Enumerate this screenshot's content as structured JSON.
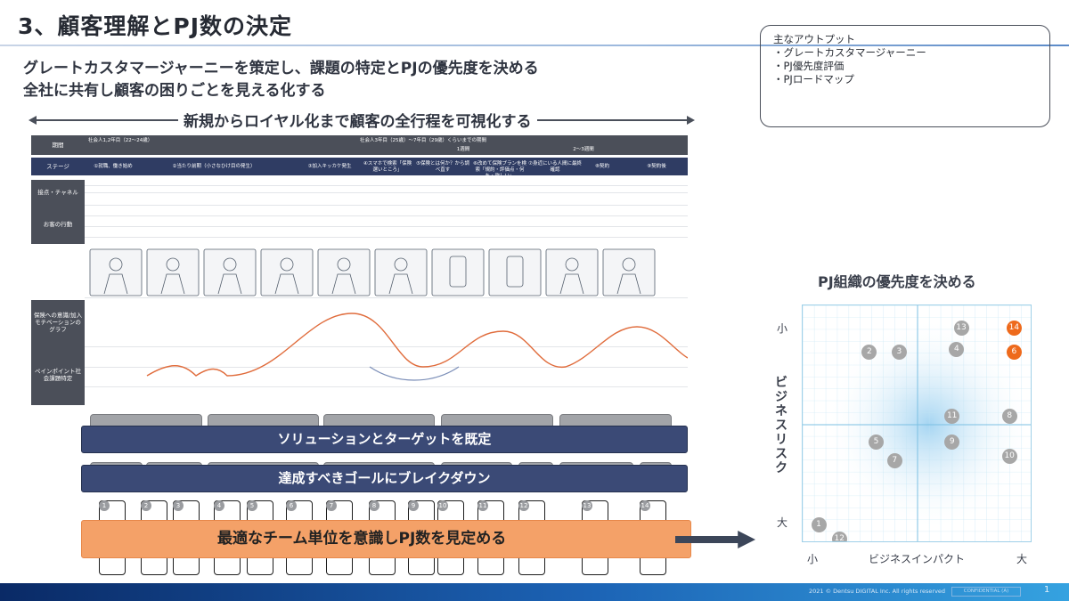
{
  "slide": {
    "title": "3、顧客理解とPJ数の決定",
    "subtitle_1": "グレートカスタマージャーニーを策定し、課題の特定とPJの優先度を決める",
    "subtitle_2": "全社に共有し顧客の困りごとを見える化する",
    "page_number": "1",
    "footer_copyright": "2021 © Dentsu DIGITAL Inc. All rights reserved",
    "footer_confidential": "CONFIDENTIAL (A)"
  },
  "outputs": {
    "heading": "主なアウトプット",
    "items": [
      "・グレートカスタマージャーニー",
      "・PJ優先度評価",
      "・PJロードマップ"
    ]
  },
  "journey": {
    "caption": "新規からロイヤル化まで顧客の全行程を可視化する",
    "row_labels": [
      "期間",
      "ステージ",
      "接点・チャネル",
      "お客の行動",
      "保険への意識/加入モチベーションのグラフ",
      "ペインポイント社会課題特定"
    ],
    "period_texts": [
      "社会人1,2年目（22～24歳）",
      "社会人3年目（25歳）～7年目（29歳）くらいまでの期間",
      "1週間",
      "2～3週間"
    ],
    "stages": [
      "①就職、働き始め",
      "②当たり前期（小さなひけ目の発生）",
      "③加入キッカケ発生",
      "④スマホで検索「保険 選いところ」",
      "⑤保険とは何か？から調べ直す",
      "⑥改めて保険プランを検索「規約・評価点・何を・欲しい」",
      "⑦身近にいる人間に最終確認",
      "⑧契約",
      "⑨契約後"
    ]
  },
  "bands": {
    "solution": "ソリューションとターゲットを既定",
    "goal": "達成すべきゴールにブレイクダウン",
    "pj": "最適なチーム単位を意識しPJ数を見定める"
  },
  "pj_ticks": [
    "1",
    "2",
    "3",
    "4",
    "5",
    "6",
    "7",
    "8",
    "9",
    "10",
    "11",
    "12",
    "13",
    "14"
  ],
  "matrix": {
    "title": "PJ組織の優先度を決める",
    "y_axis_label": "ビジネスリスク",
    "y_small": "小",
    "y_large": "大",
    "x_axis_label": "ビジネスインパクト",
    "x_small": "小",
    "x_large": "大",
    "colors": {
      "normal": "#a7a7a7",
      "priority": "#ee6a1c",
      "grid": "#9fd0e8"
    },
    "points": [
      {
        "id": "1",
        "impact": 0.07,
        "risk": 0.88,
        "priority": false
      },
      {
        "id": "2",
        "impact": 0.29,
        "risk": 0.15,
        "priority": false
      },
      {
        "id": "3",
        "impact": 0.42,
        "risk": 0.15,
        "priority": false
      },
      {
        "id": "4",
        "impact": 0.67,
        "risk": 0.14,
        "priority": false
      },
      {
        "id": "5",
        "impact": 0.32,
        "risk": 0.53,
        "priority": false
      },
      {
        "id": "6",
        "impact": 0.92,
        "risk": 0.15,
        "priority": true
      },
      {
        "id": "7",
        "impact": 0.4,
        "risk": 0.61,
        "priority": false
      },
      {
        "id": "8",
        "impact": 0.9,
        "risk": 0.42,
        "priority": false
      },
      {
        "id": "9",
        "impact": 0.65,
        "risk": 0.53,
        "priority": false
      },
      {
        "id": "10",
        "impact": 0.9,
        "risk": 0.59,
        "priority": false
      },
      {
        "id": "11",
        "impact": 0.65,
        "risk": 0.42,
        "priority": false
      },
      {
        "id": "12",
        "impact": 0.16,
        "risk": 0.94,
        "priority": false
      },
      {
        "id": "13",
        "impact": 0.69,
        "risk": 0.05,
        "priority": false
      },
      {
        "id": "14",
        "impact": 0.92,
        "risk": 0.05,
        "priority": true
      }
    ]
  }
}
